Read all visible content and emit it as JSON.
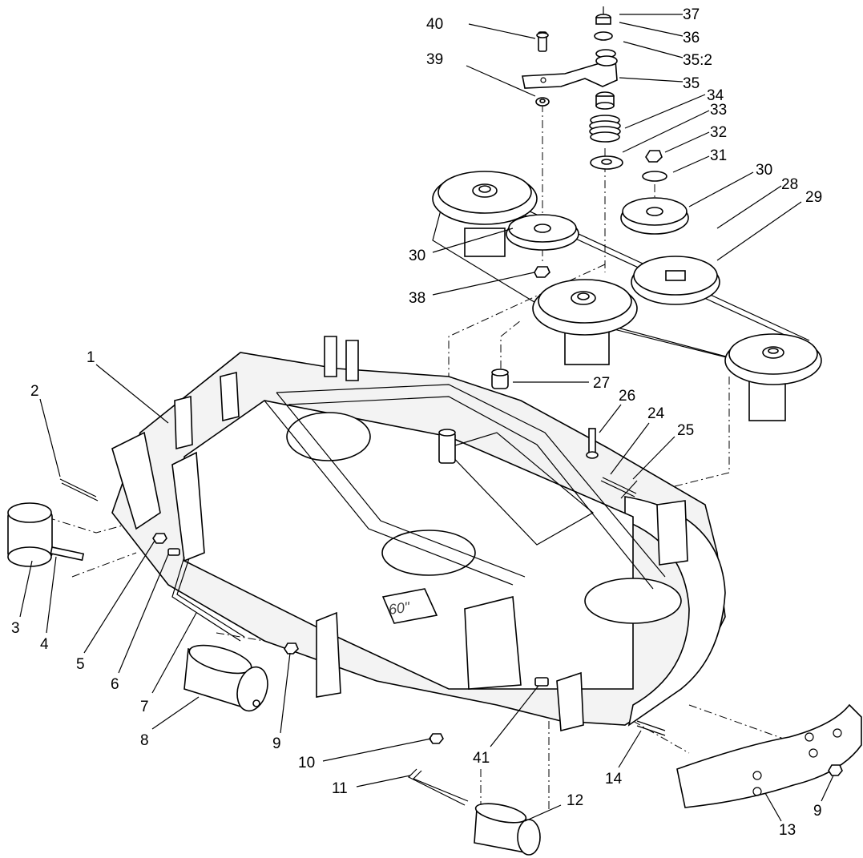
{
  "diagram": {
    "deck_decal_label": "60\"",
    "callouts": [
      {
        "id": "c40",
        "label": "40"
      },
      {
        "id": "c39",
        "label": "39"
      },
      {
        "id": "c37",
        "label": "37"
      },
      {
        "id": "c36",
        "label": "36"
      },
      {
        "id": "c35_2",
        "label": "35:2"
      },
      {
        "id": "c35",
        "label": "35"
      },
      {
        "id": "c34",
        "label": "34"
      },
      {
        "id": "c33",
        "label": "33"
      },
      {
        "id": "c32",
        "label": "32"
      },
      {
        "id": "c31",
        "label": "31"
      },
      {
        "id": "c30a",
        "label": "30"
      },
      {
        "id": "c28",
        "label": "28"
      },
      {
        "id": "c29",
        "label": "29"
      },
      {
        "id": "c30b",
        "label": "30"
      },
      {
        "id": "c38",
        "label": "38"
      },
      {
        "id": "c27",
        "label": "27"
      },
      {
        "id": "c26",
        "label": "26"
      },
      {
        "id": "c24",
        "label": "24"
      },
      {
        "id": "c25",
        "label": "25"
      },
      {
        "id": "c1",
        "label": "1"
      },
      {
        "id": "c2",
        "label": "2"
      },
      {
        "id": "c3",
        "label": "3"
      },
      {
        "id": "c4",
        "label": "4"
      },
      {
        "id": "c5",
        "label": "5"
      },
      {
        "id": "c6",
        "label": "6"
      },
      {
        "id": "c7",
        "label": "7"
      },
      {
        "id": "c8",
        "label": "8"
      },
      {
        "id": "c9a",
        "label": "9"
      },
      {
        "id": "c10",
        "label": "10"
      },
      {
        "id": "c11",
        "label": "11"
      },
      {
        "id": "c12",
        "label": "12"
      },
      {
        "id": "c41",
        "label": "41"
      },
      {
        "id": "c14",
        "label": "14"
      },
      {
        "id": "c13",
        "label": "13"
      },
      {
        "id": "c9b",
        "label": "9"
      }
    ]
  }
}
